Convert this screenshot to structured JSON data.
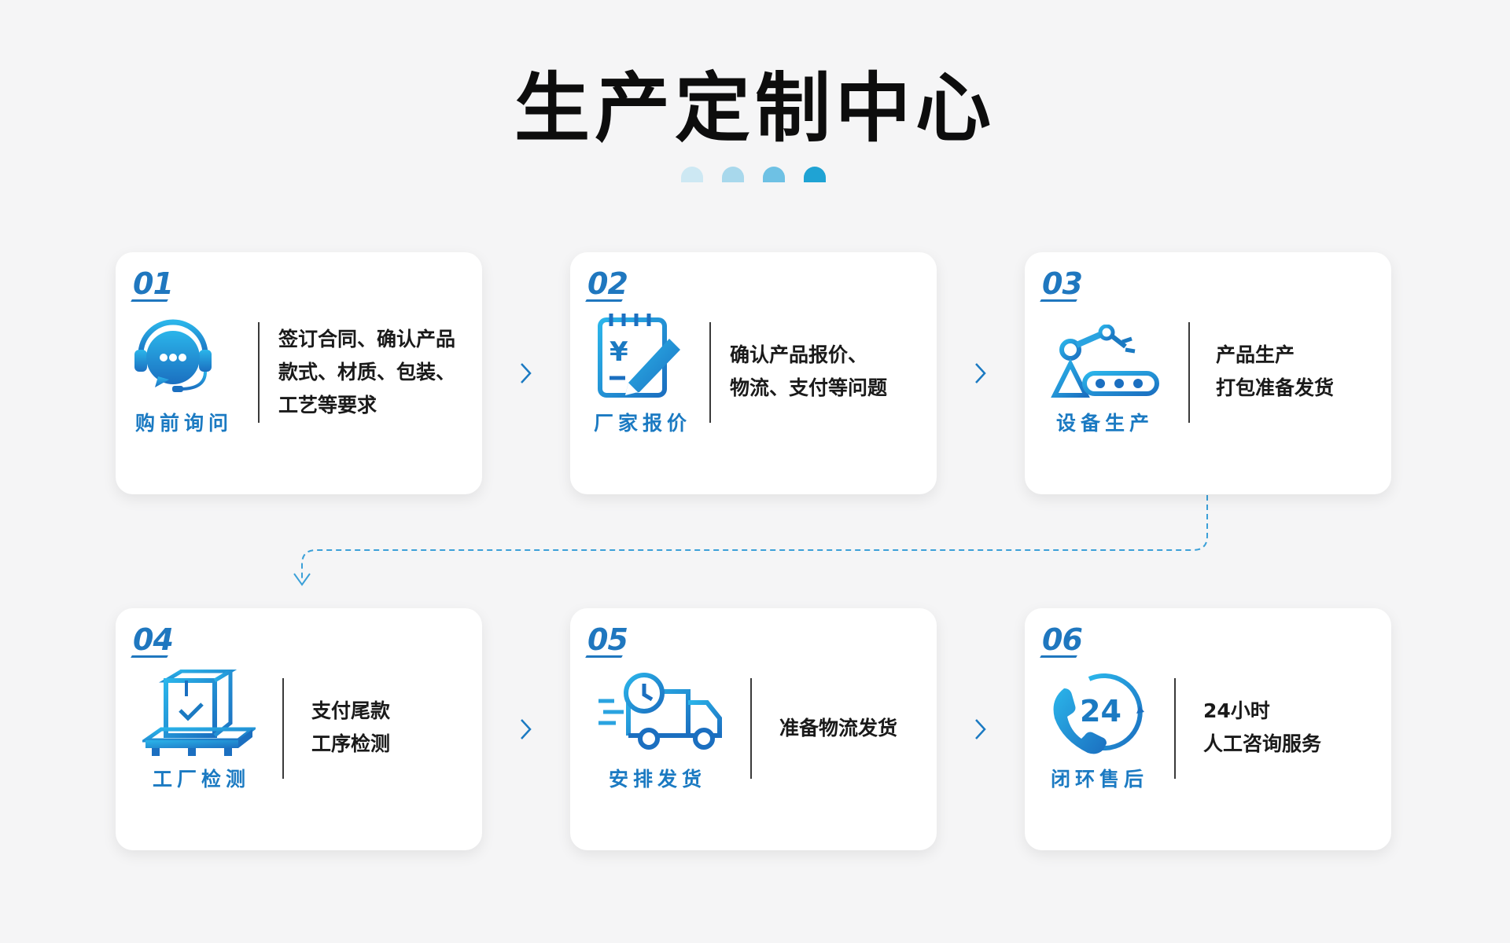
{
  "title": "生产定制中心",
  "colors": {
    "accent": "#1b7ac2",
    "accent_light": "#29a8e0",
    "connector": "#3ba0d8",
    "dot_colors": [
      "#cde8f3",
      "#a8d8ec",
      "#6ec1e4",
      "#1fa3d4"
    ]
  },
  "steps": [
    {
      "num": "01",
      "label": "购前询问",
      "icon": "headset-chat-icon",
      "desc": "签订合同、确认产品\n款式、材质、包装、\n工艺等要求"
    },
    {
      "num": "02",
      "label": "厂家报价",
      "icon": "quote-notepad-icon",
      "desc": "确认产品报价、\n物流、支付等问题"
    },
    {
      "num": "03",
      "label": "设备生产",
      "icon": "robot-arm-conveyor-icon",
      "desc": "产品生产\n打包准备发货"
    },
    {
      "num": "04",
      "label": "工厂检测",
      "icon": "box-pallet-check-icon",
      "desc": "支付尾款\n工序检测"
    },
    {
      "num": "05",
      "label": "安排发货",
      "icon": "delivery-truck-clock-icon",
      "desc": "准备物流发货"
    },
    {
      "num": "06",
      "label": "闭环售后",
      "icon": "phone-24h-icon",
      "desc": "24小时\n人工咨询服务"
    }
  ]
}
